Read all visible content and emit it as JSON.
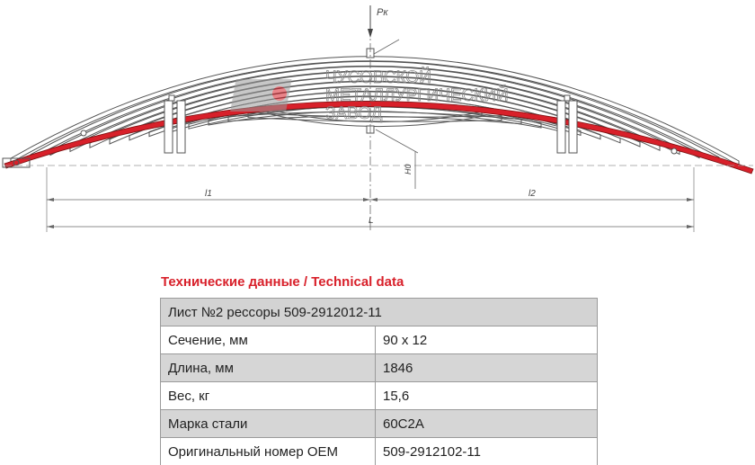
{
  "drawing": {
    "load_label": "Рк",
    "height_label": "Н0",
    "dim_l1": "l1",
    "dim_l2": "l2",
    "dim_L": "L",
    "watermark_lines": [
      "ЧУСОВСКОЙ",
      "МЕТАЛЛУРГИЧЕСКИЙ",
      "ЗАВОД"
    ],
    "leaf_color": "#d8202a",
    "line_color": "#555555"
  },
  "section_title": "Технические данные / Technical data",
  "table": {
    "header": "Лист №2 рессоры 509-2912012-11",
    "rows": [
      {
        "label": "Сечение, мм",
        "value": "90 х 12"
      },
      {
        "label": "Длина, мм",
        "value": "1846"
      },
      {
        "label": "Вес, кг",
        "value": "15,6"
      },
      {
        "label": "Марка стали",
        "value": "60С2А"
      },
      {
        "label": "Оригинальный номер OEM",
        "value": "509-2912102-11"
      }
    ]
  }
}
